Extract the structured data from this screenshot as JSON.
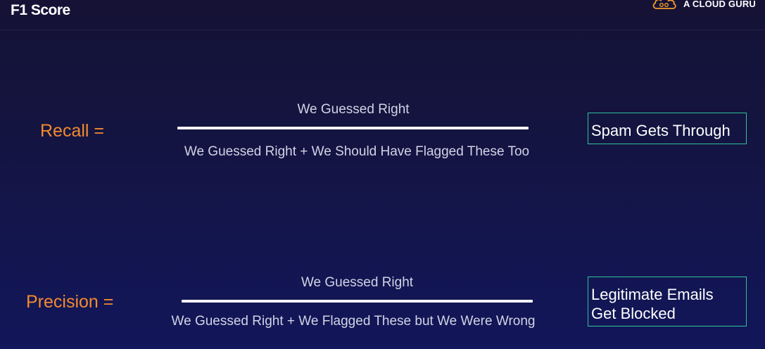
{
  "header": {
    "title": "F1 Score",
    "brand_name": "A CLOUD GURU",
    "brand_logo_icon": "cloud-logo-icon"
  },
  "recall": {
    "label": "Recall =",
    "numerator": "We Guessed Right",
    "denominator": "We Guessed Right + We Should Have Flagged These Too",
    "callout": "Spam Gets Through"
  },
  "precision": {
    "label": "Precision =",
    "numerator": "We Guessed Right",
    "denominator": "We Guessed Right + We Flagged These but We Were Wrong",
    "callout_line1": "Legitimate Emails",
    "callout_line2": "Get Blocked"
  },
  "colors": {
    "background_top": "#151235",
    "background_bottom": "#12165a",
    "label_accent": "#f28a2e",
    "callout_border": "#2fc39a",
    "text_muted": "#d0d4e4",
    "logo_orange": "#f39a2b"
  }
}
